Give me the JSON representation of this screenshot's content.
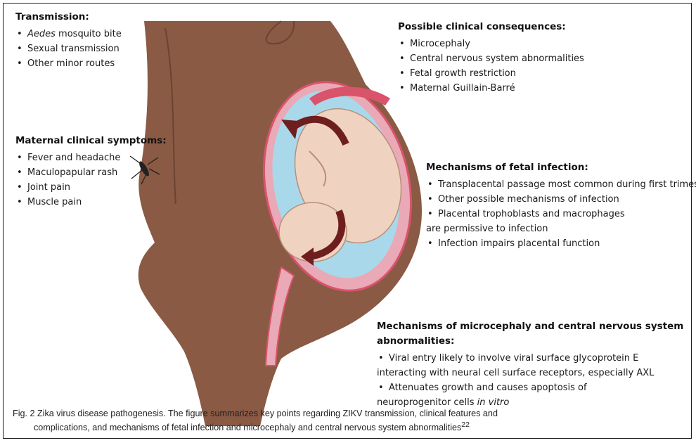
{
  "transmission": {
    "title": "Transmission:",
    "items": [
      {
        "em": "Aedes",
        "text": " mosquito bite"
      },
      {
        "em": "",
        "text": "Sexual transmission"
      },
      {
        "em": "",
        "text": "Other minor routes"
      }
    ]
  },
  "symptoms": {
    "title": "Maternal clinical symptoms:",
    "items": [
      "Fever and headache",
      "Maculopapular rash",
      "Joint pain",
      "Muscle pain"
    ]
  },
  "consequences": {
    "title": "Possible clinical consequences:",
    "items": [
      "Microcephaly",
      "Central nervous system abnormalities",
      "Fetal growth restriction",
      "Maternal Guillain-Barré"
    ]
  },
  "fetal_infection": {
    "title": "Mechanisms of fetal infection:",
    "items": [
      "Transplacental passage most common during first trimester",
      "Other possible mechanisms of infection",
      "Placental trophoblasts and macrophages"
    ],
    "continuation": "are permissive to infection",
    "last_item": "Infection impairs placental function"
  },
  "microcephaly": {
    "title": "Mechanisms of microcephaly and central nervous system abnormalities:",
    "item1": "Viral entry likely to involve viral surface glycoprotein E",
    "item1_cont": "interacting with neural cell surface receptors, especially AXL",
    "item2": "Attenuates growth and causes apoptosis of",
    "item2_cont_text": "neuroprogenitor cells ",
    "item2_cont_em": "in vitro"
  },
  "caption": {
    "line1": "Fig. 2 Zika virus disease pathogenesis. The figure summarizes key points regarding ZIKV transmission, clinical features and",
    "line2": "complications, and mechanisms of fetal infection and microcephaly and central nervous system abnormalities",
    "ref": "22"
  },
  "colors": {
    "skin": "#8a5a44",
    "skin_dark": "#6b4331",
    "uterus_pink": "#e9a9b6",
    "placenta_red": "#d9536b",
    "amniotic_blue": "#a9d8ea",
    "fetus": "#efd3c0",
    "arrow": "#6e1e1e"
  },
  "icons": [
    "mosquito-icon"
  ]
}
